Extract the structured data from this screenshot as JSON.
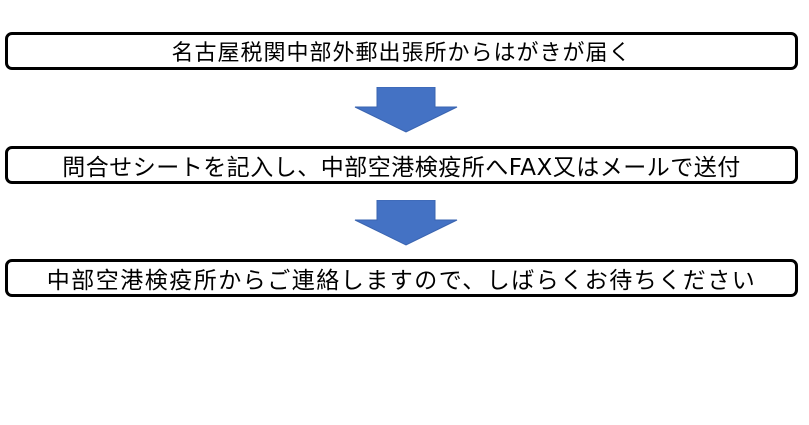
{
  "flow": {
    "steps": [
      {
        "text": "名古屋税関中部外郵出張所からはがきが届く"
      },
      {
        "text": "問合せシートを記入し、中部空港検疫所へFAX又はメールで送付"
      },
      {
        "text": "中部空港検疫所からご連絡しますので、しばらくお待ちください"
      }
    ],
    "arrow_color": "#4472C4",
    "border_color": "#000000"
  }
}
